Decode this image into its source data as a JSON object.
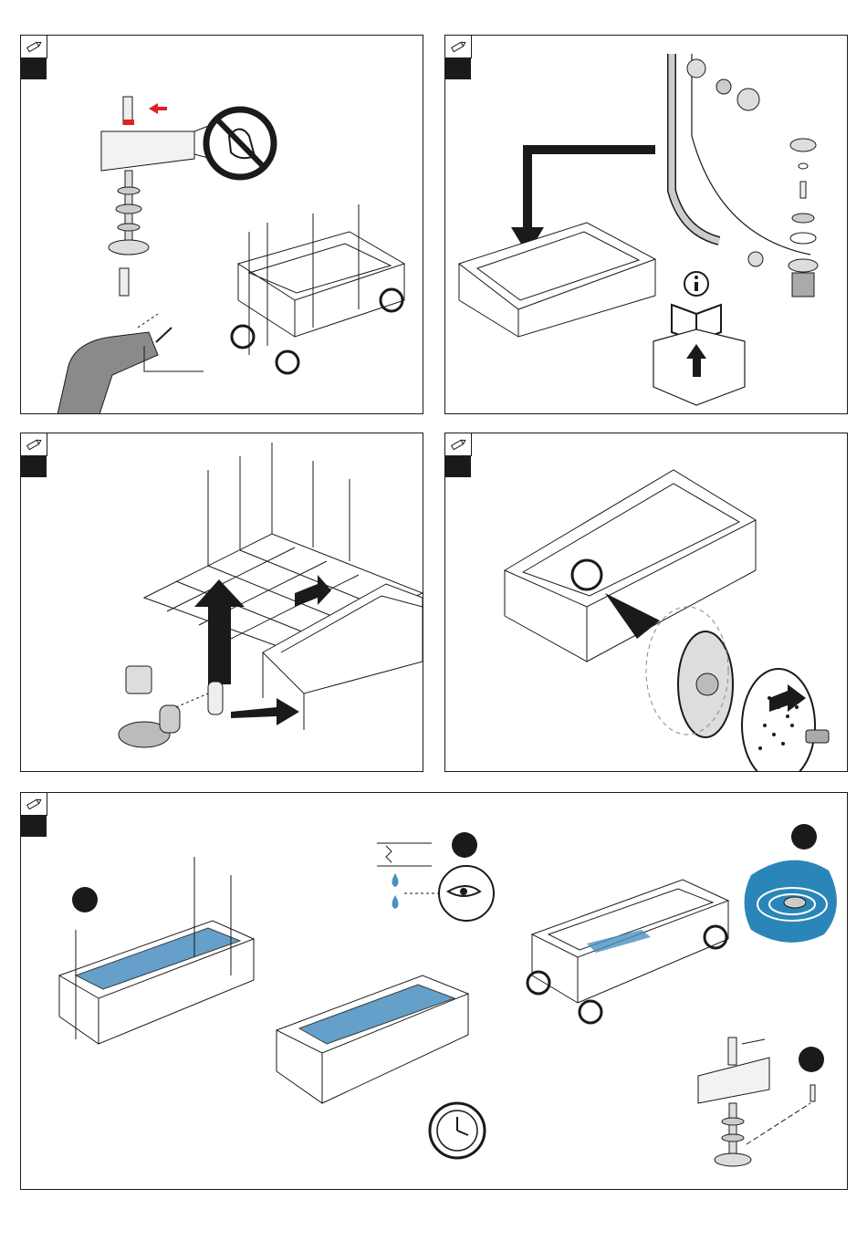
{
  "page": {
    "background": "#ffffff"
  },
  "colors": {
    "line": "#1a1a1a",
    "water": "#4a90c0",
    "accent_red": "#e02020",
    "tool_gray": "#8a8a8a"
  },
  "icons": {
    "tool": "pencil-icon",
    "warning": "no-touch-hand-icon",
    "info": "info-manual-icon",
    "clock": "clock-icon",
    "eye": "eye-inspect-icon",
    "drain": "drain-whirl-icon"
  },
  "panels": [
    {
      "id": 1,
      "scene": "feet-leveling-and-drilling"
    },
    {
      "id": 2,
      "scene": "drain-overflow-kit-contents"
    },
    {
      "id": 3,
      "scene": "position-tub-to-drain"
    },
    {
      "id": 4,
      "scene": "attach-jet-nozzle"
    },
    {
      "id": 5,
      "scene": "water-test-and-final-fix"
    }
  ]
}
